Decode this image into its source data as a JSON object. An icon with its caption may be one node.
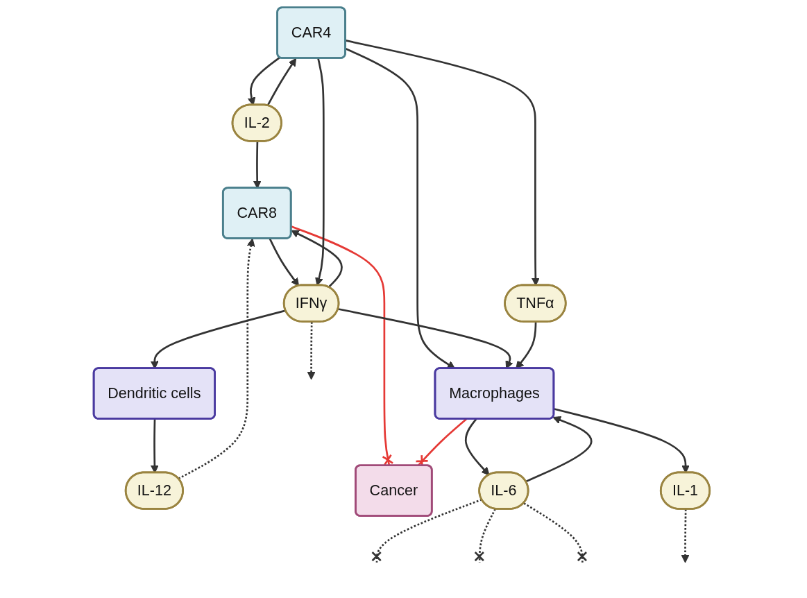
{
  "diagram": {
    "nodes": [
      {
        "text": [
          "CAR8"
        ]
      },
      {
        "text": [
          "CAR4"
        ]
      },
      {
        "text": [
          "IL-12"
        ]
      },
      {
        "text": [
          "IFNγ"
        ]
      },
      {
        "text": [
          "TNFα"
        ]
      },
      {
        "text": [
          "IL-2"
        ]
      },
      {
        "text": [
          "Cancer"
        ]
      },
      {
        "text": [
          "IL-6"
        ]
      },
      {
        "text": [
          "IL-1"
        ]
      },
      {
        "text": [
          "Dendritic cells"
        ]
      },
      {
        "text": [
          "Macrophages"
        ]
      }
    ],
    "edges": [
      {
        "from": 5,
        "to": 0,
        "arrow": "to"
      },
      {
        "from": 0,
        "to": 6,
        "arrow": "other",
        "color": "#e53935"
      },
      {
        "from": 2,
        "to": 0,
        "arrow": "to",
        "style": "dashed"
      },
      {
        "from": 3,
        "to": 0,
        "arrow": "to"
      },
      {
        "from": 0,
        "to": 3,
        "arrow": "to"
      },
      {
        "from": 1,
        "to": 3,
        "arrow": "to"
      },
      {
        "from": 1,
        "to": 4,
        "arrow": "to"
      },
      {
        "from": 1,
        "to": 5,
        "arrow": "to"
      },
      {
        "from": 5,
        "to": 1,
        "arrow": "to"
      },
      {
        "from": 1,
        "to": 10,
        "arrow": "to"
      },
      {
        "from": 3,
        "to": null,
        "arrow": "to",
        "style": "dashed"
      },
      {
        "from": 9,
        "to": 2,
        "arrow": "to"
      },
      {
        "from": 3,
        "to": 9,
        "arrow": "to"
      },
      {
        "from": 3,
        "to": 10,
        "arrow": "to"
      },
      {
        "from": 4,
        "to": 10,
        "arrow": "to"
      },
      {
        "from": 7,
        "to": null,
        "arrow": "other",
        "style": "dashed"
      },
      {
        "from": 7,
        "to": null,
        "arrow": "other",
        "style": "dashed"
      },
      {
        "from": 7,
        "to": null,
        "arrow": "other",
        "style": "dashed"
      },
      {
        "from": 7,
        "to": 10,
        "arrow": "to"
      },
      {
        "from": 10,
        "to": 7,
        "arrow": "to"
      },
      {
        "from": 8,
        "to": null,
        "arrow": "to",
        "style": "dashed"
      },
      {
        "from": 10,
        "to": 8,
        "arrow": "to"
      },
      {
        "from": 10,
        "to": 6,
        "arrow": "other",
        "color": "#e53935"
      }
    ]
  }
}
